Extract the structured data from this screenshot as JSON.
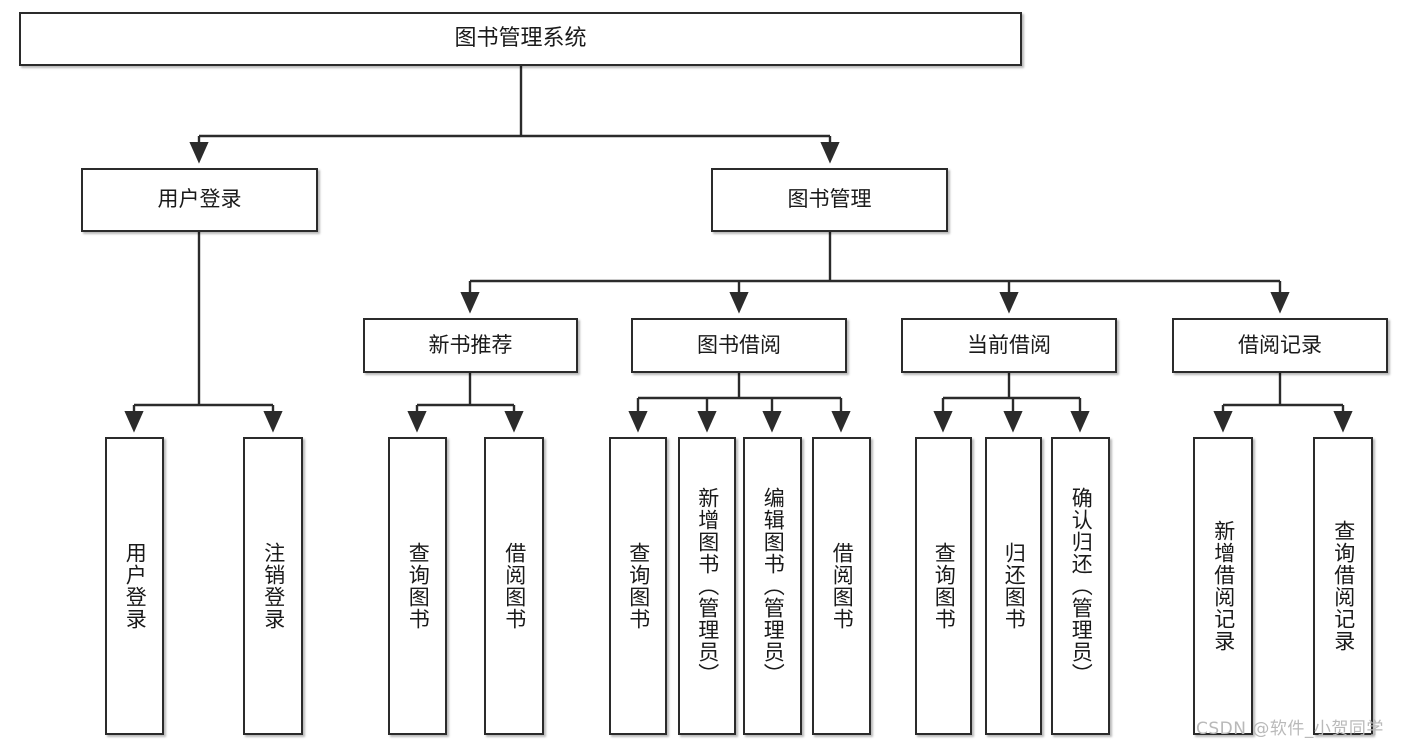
{
  "diagram": {
    "title": "图书管理系统",
    "watermark": "CSDN @软件_小贺同学",
    "line_color": "#2b2b2b",
    "box_fill": "#ffffff",
    "text_color": "#1a1a1a",
    "nodes": {
      "root": {
        "label": "图书管理系统"
      },
      "level_two": [
        {
          "label": "用户登录"
        },
        {
          "label": "图书管理"
        }
      ],
      "level_three": [
        {
          "label": "新书推荐"
        },
        {
          "label": "图书借阅"
        },
        {
          "label": "当前借阅"
        },
        {
          "label": "借阅记录"
        }
      ],
      "leaves": {
        "user_login": [
          {
            "label": "用户登录"
          },
          {
            "label": "注销登录"
          }
        ],
        "new_book_recommend": [
          {
            "label": "查询图书"
          },
          {
            "label": "借阅图书"
          }
        ],
        "book_borrow": [
          {
            "label": "查询图书"
          },
          {
            "label": "新增图书（管理员）"
          },
          {
            "label": "编辑图书（管理员）"
          },
          {
            "label": "借阅图书"
          }
        ],
        "current_borrow": [
          {
            "label": "查询图书"
          },
          {
            "label": "归还图书"
          },
          {
            "label": "确认归还（管理员）"
          }
        ],
        "borrow_record": [
          {
            "label": "新增借阅记录"
          },
          {
            "label": "查询借阅记录"
          }
        ]
      }
    }
  }
}
